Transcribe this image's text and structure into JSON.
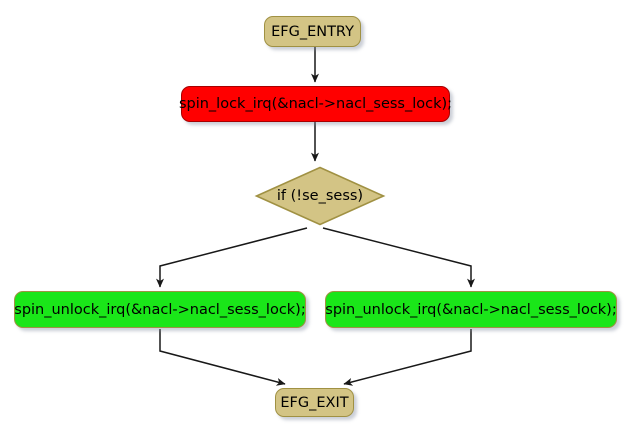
{
  "diagram": {
    "title": "EFG control flow graph",
    "background_color": "#ffffff",
    "nodes": {
      "entry": {
        "label": "EFG_ENTRY",
        "shape": "rounded-rectangle",
        "fill_color": "#D3C485",
        "border_color": "#A09143"
      },
      "lock": {
        "label": "spin_lock_irq(&nacl->nacl_sess_lock);",
        "shape": "rounded-rectangle",
        "fill_color": "#FF0000",
        "border_color": "#A80000"
      },
      "decision": {
        "label": "if (!se_sess)",
        "shape": "diamond",
        "fill_color": "#D3C485",
        "border_color": "#A09143"
      },
      "unlock_left": {
        "label": "spin_unlock_irq(&nacl->nacl_sess_lock);",
        "shape": "rounded-rectangle",
        "fill_color": "#1AE619",
        "border_color": "#A09143"
      },
      "unlock_right": {
        "label": "spin_unlock_irq(&nacl->nacl_sess_lock);",
        "shape": "rounded-rectangle",
        "fill_color": "#1AE619",
        "border_color": "#A09143"
      },
      "exit": {
        "label": "EFG_EXIT",
        "shape": "rounded-rectangle",
        "fill_color": "#D3C485",
        "border_color": "#A09143"
      }
    },
    "edges": [
      {
        "from": "entry",
        "to": "lock",
        "label": ""
      },
      {
        "from": "lock",
        "to": "decision",
        "label": ""
      },
      {
        "from": "decision",
        "to": "unlock_left",
        "label": ""
      },
      {
        "from": "decision",
        "to": "unlock_right",
        "label": ""
      },
      {
        "from": "unlock_left",
        "to": "exit",
        "label": ""
      },
      {
        "from": "unlock_right",
        "to": "exit",
        "label": ""
      }
    ],
    "edge_color": "#181818"
  }
}
